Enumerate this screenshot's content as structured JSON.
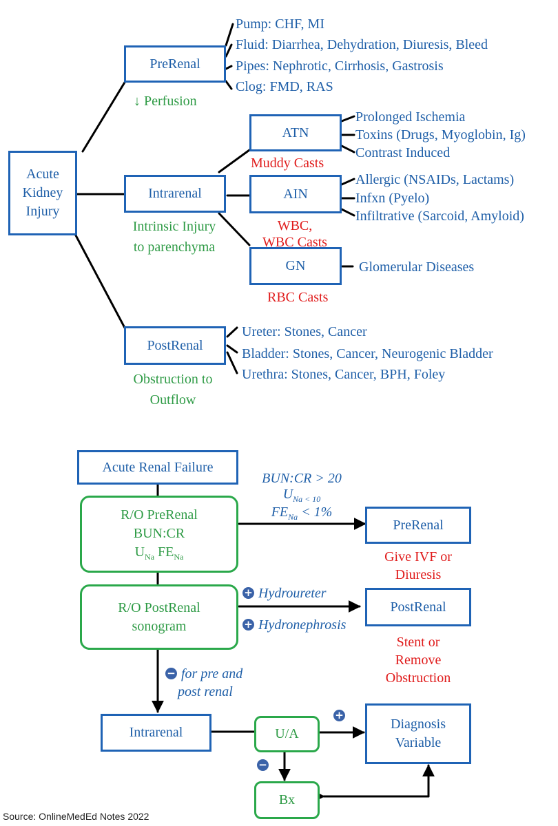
{
  "tree": {
    "root": [
      "Acute",
      "Kidney",
      "Injury"
    ],
    "prerenal": {
      "label": "PreRenal",
      "note": "↓ Perfusion",
      "items": [
        "Pump: CHF, MI",
        "Fluid: Diarrhea, Dehydration, Diuresis, Bleed",
        "Pipes: Nephrotic, Cirrhosis, Gastrosis",
        "Clog: FMD, RAS"
      ]
    },
    "intrarenal": {
      "label": "Intrarenal",
      "note": [
        "Intrinsic Injury",
        "to parenchyma"
      ],
      "atn": {
        "label": "ATN",
        "note": "Muddy Casts",
        "items": [
          "Prolonged Ischemia",
          "Toxins (Drugs, Myoglobin, Ig)",
          "Contrast Induced"
        ]
      },
      "ain": {
        "label": "AIN",
        "note": [
          "WBC,",
          "WBC Casts"
        ],
        "items": [
          "Allergic (NSAIDs, Lactams)",
          "Infxn (Pyelo)",
          "Infiltrative (Sarcoid, Amyloid)"
        ]
      },
      "gn": {
        "label": "GN",
        "note": "RBC Casts",
        "items": [
          "Glomerular Diseases"
        ]
      }
    },
    "postrenal": {
      "label": "PostRenal",
      "note": [
        "Obstruction to",
        "Outflow"
      ],
      "items": [
        "Ureter: Stones, Cancer",
        "Bladder: Stones, Cancer, Neurogenic Bladder",
        "Urethra: Stones, Cancer, BPH, Foley"
      ]
    }
  },
  "flow": {
    "arf": "Acute Renal Failure",
    "ro_pre": {
      "l1": "R/O PreRenal",
      "l2": "BUN:CR",
      "u": "U",
      "u_sub": "Na",
      "fe": "FE",
      "fe_sub": "Na"
    },
    "pre_criteria": {
      "c1": "BUN:CR > 20",
      "c2": "U",
      "c2_sub": "Na < 10",
      "c3": "FE",
      "c3_sub": "Na",
      "c3_tail": " < 1%"
    },
    "prerenal": "PreRenal",
    "prerenal_tx": [
      "Give IVF or",
      "Diuresis"
    ],
    "ro_post": [
      "R/O PostRenal",
      "sonogram"
    ],
    "post_findings": [
      "Hydroureter",
      "Hydronephrosis"
    ],
    "postrenal": "PostRenal",
    "postrenal_tx": [
      "Stent or",
      "Remove",
      "Obstruction"
    ],
    "neg_note": [
      "for pre and",
      "post renal"
    ],
    "intrarenal": "Intrarenal",
    "ua": "U/A",
    "dx": [
      "Diagnosis",
      "Variable"
    ],
    "bx": "Bx",
    "plus": "+",
    "minus": "−"
  },
  "source": "Source: OnlineMedEd Notes 2022"
}
